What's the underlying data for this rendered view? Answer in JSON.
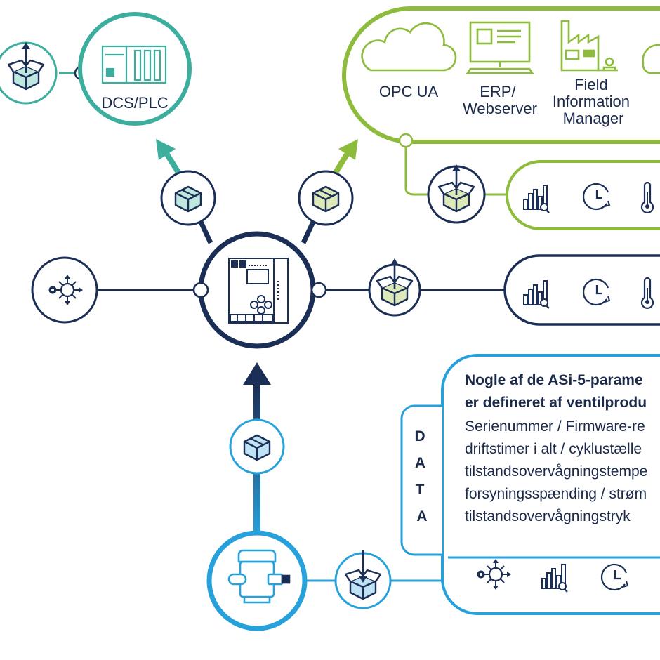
{
  "colors": {
    "navy": "#1b2e55",
    "teal": "#3cae9e",
    "green": "#8dbb3c",
    "blue": "#27a1dc",
    "box_teal": "#bfe6df",
    "box_green": "#dde9b8",
    "box_blue": "#bfe3f5"
  },
  "plc": {
    "label": "DCS/PLC"
  },
  "cloud_panel": {
    "items": [
      {
        "label_lines": [
          "OPC UA"
        ],
        "icon": "cloud-icon"
      },
      {
        "label_lines": [
          "ERP/",
          "Webserver"
        ],
        "icon": "computer-icon"
      },
      {
        "label_lines": [
          "Field",
          "Information",
          "Manager"
        ],
        "icon": "factory-icon"
      }
    ]
  },
  "params_panel": {
    "title_lines": [
      "Nogle af de ASi-5-parame",
      "er defineret af ventilprodu"
    ],
    "lines": [
      "Serienummer / Firmware-re",
      "driftstimer i alt / cyklustælle",
      "tilstandsovervågningstempe",
      "forsyningsspænding / strøm",
      "tilstandsovervågningstryk"
    ],
    "side_tab_letters": [
      "D",
      "A",
      "T",
      "A"
    ]
  },
  "icons": {
    "download_box": "download-box-icon",
    "upload_box": "upload-box-icon",
    "package": "package-icon",
    "analytics": "bar-chart-icon",
    "clock": "clock-icon",
    "thermometer": "thermometer-icon",
    "settings": "gear-network-icon",
    "controller": "controller-module-icon",
    "valve": "valve-icon"
  }
}
